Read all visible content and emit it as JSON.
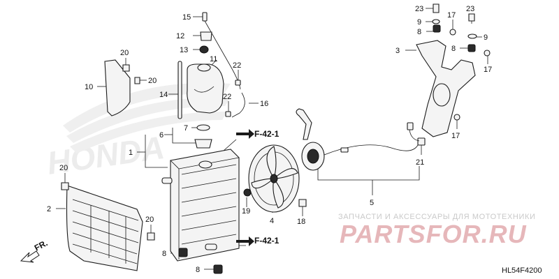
{
  "diagram": {
    "code": "HL54F4200",
    "front_arrow_label": "FR.",
    "ref_labels": [
      "F-42-1",
      "F-42-1"
    ],
    "callouts": [
      "1",
      "2",
      "3",
      "4",
      "5",
      "6",
      "7",
      "8",
      "8",
      "8",
      "8",
      "9",
      "9",
      "10",
      "11",
      "12",
      "13",
      "14",
      "15",
      "16",
      "17",
      "17",
      "17",
      "18",
      "19",
      "20",
      "20",
      "20",
      "20",
      "21",
      "22",
      "22",
      "23",
      "23"
    ]
  },
  "watermark": {
    "brand": "HONDA",
    "shop_tagline": "ЗАПЧАСТИ И АКСЕССУАРЫ ДЛЯ МОТОТЕХНИКИ",
    "shop_logo": "PARTSFOR.RU"
  },
  "colors": {
    "line": "#1a1a1a",
    "logo": "#e6b7ba",
    "tagline": "#c9c9c9"
  }
}
